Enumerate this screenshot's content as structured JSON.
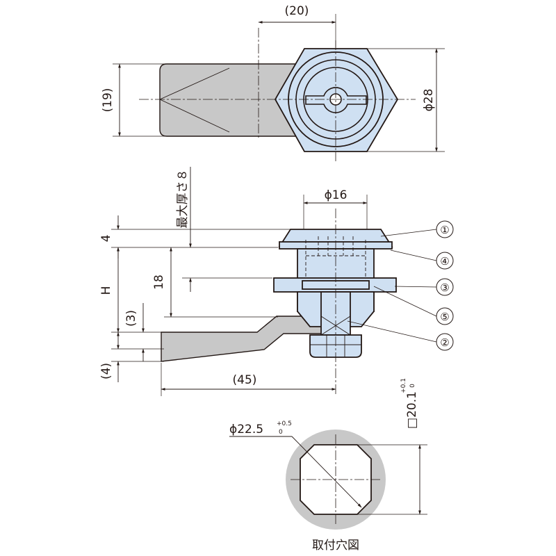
{
  "top_view": {
    "dim_width_top": "(20)",
    "dim_height_left": "(19)",
    "dim_diameter": "ϕ28"
  },
  "side_view": {
    "dim_diameter_body": "ϕ16",
    "dim_max_thickness": "最大厚さ８",
    "dim_flange": "4",
    "dim_h": "H",
    "dim_18": "18",
    "dim_cam_gap": "(3)",
    "dim_cam_thick": "(4)",
    "dim_cam_length": "(45)",
    "callouts": [
      "①",
      "④",
      "③",
      "⑤",
      "②"
    ]
  },
  "mount_hole": {
    "dim_diameter": "ϕ22.5",
    "dim_diameter_tol_upper": "+0.5",
    "dim_diameter_tol_lower": "0",
    "dim_square": "□20.1",
    "dim_square_tol_upper": "+0.1",
    "dim_square_tol_lower": "0",
    "caption": "取付穴図"
  },
  "colors": {
    "part_fill": "#cfe0f2",
    "cam_fill": "#c8c8c8",
    "hole_ring": "#c8c8c8",
    "line": "#231815"
  }
}
